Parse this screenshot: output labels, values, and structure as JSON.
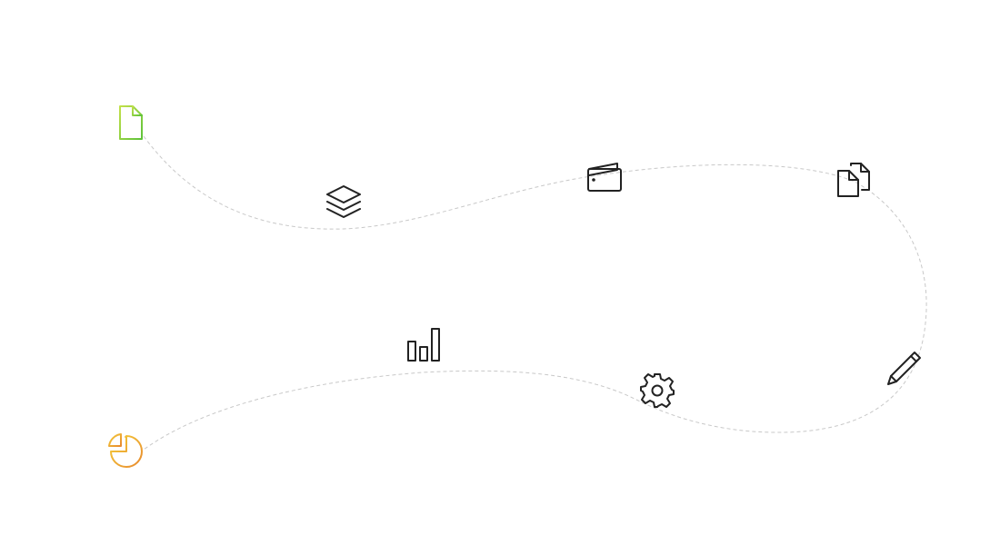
{
  "colors": {
    "icon_default": "#222222",
    "path_stroke": "#c8c8c8",
    "start_gradient": [
      "#c2e04a",
      "#5ec23a"
    ],
    "end_gradient": [
      "#f4cf3a",
      "#e8892e"
    ]
  },
  "route": {
    "line_style": "dashed"
  },
  "nodes": [
    {
      "name": "document-icon",
      "role": "start"
    },
    {
      "name": "layers-icon",
      "role": "step"
    },
    {
      "name": "wallet-icon",
      "role": "step"
    },
    {
      "name": "copy-documents-icon",
      "role": "step"
    },
    {
      "name": "pencil-icon",
      "role": "step"
    },
    {
      "name": "gear-icon",
      "role": "step"
    },
    {
      "name": "bar-chart-icon",
      "role": "step"
    },
    {
      "name": "pie-chart-icon",
      "role": "end"
    }
  ]
}
